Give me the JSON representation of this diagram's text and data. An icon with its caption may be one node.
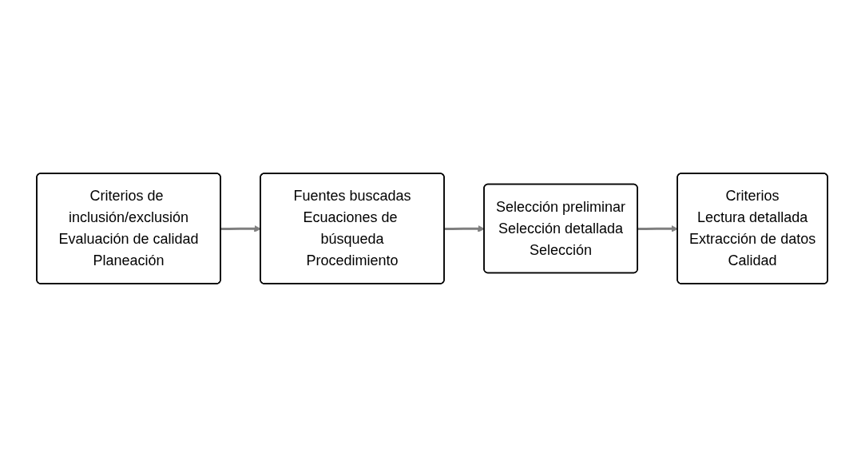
{
  "diagram": {
    "nodes": [
      {
        "text": [
          "Criterios de inclusión/exclusión",
          "Evaluación de calidad",
          "Planeación"
        ]
      },
      {
        "text": [
          "Fuentes buscadas",
          "Ecuaciones de búsqueda",
          "Procedimiento"
        ]
      },
      {
        "text": [
          "Selección preliminar",
          "Selección detallada",
          "Selección"
        ]
      },
      {
        "text": [
          "Criterios",
          "Lectura detallada",
          "Extracción de datos",
          "Calidad"
        ]
      }
    ],
    "edges": [
      {
        "from": 0,
        "to": 1,
        "arrow": "to"
      },
      {
        "from": 1,
        "to": 2,
        "arrow": "to"
      },
      {
        "from": 2,
        "to": 3,
        "arrow": "to"
      }
    ]
  }
}
